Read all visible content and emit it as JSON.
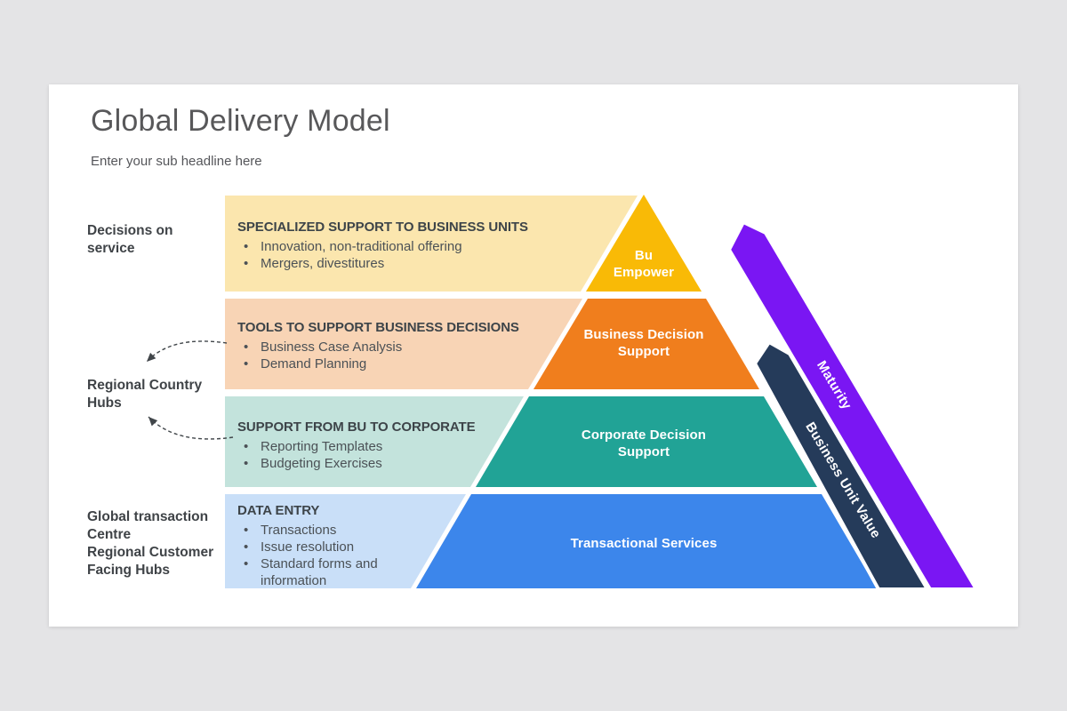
{
  "colors": {
    "page_bg": "#E4E4E6",
    "slide_bg": "#FFFFFF",
    "title_text": "#58585A",
    "label_text": "#3F4347",
    "arrow": "#41464A"
  },
  "header": {
    "title": "Global Delivery Model",
    "subtitle": "Enter your sub headline here"
  },
  "side_labels": [
    {
      "text": "Decisions on\nservice"
    },
    {
      "text": "Regional Country\nHubs"
    },
    {
      "text": "Global transaction\nCentre\nRegional Customer\nFacing Hubs"
    }
  ],
  "rows": [
    {
      "heading": "SPECIALIZED SUPPORT TO BUSINESS UNITS",
      "bullets": [
        "Innovation, non-traditional offering",
        "Mergers, divestitures"
      ],
      "pyramid_label": "Bu\nEmpower",
      "band_color": "#FBE6AE",
      "pyramid_color": "#F9BA06"
    },
    {
      "heading": "TOOLS TO SUPPORT BUSINESS DECISIONS",
      "bullets": [
        "Business Case Analysis",
        "Demand Planning"
      ],
      "pyramid_label": "Business Decision\nSupport",
      "band_color": "#F8D4B5",
      "pyramid_color": "#F07E1D"
    },
    {
      "heading": "SUPPORT FROM BU TO CORPORATE",
      "bullets": [
        "Reporting Templates",
        "Budgeting Exercises"
      ],
      "pyramid_label": "Corporate Decision\nSupport",
      "band_color": "#C3E3DC",
      "pyramid_color": "#21A396"
    },
    {
      "heading": "DATA ENTRY",
      "bullets": [
        "Transactions",
        "Issue resolution",
        "Standard forms and information"
      ],
      "pyramid_label": "Transactional Services",
      "band_color": "#C9DFF8",
      "pyramid_color": "#3C86EB"
    }
  ],
  "ribbons": [
    {
      "label": "Maturity",
      "color": "#7A16F3"
    },
    {
      "label": "Business Unit Value",
      "color": "#253B5A"
    }
  ]
}
